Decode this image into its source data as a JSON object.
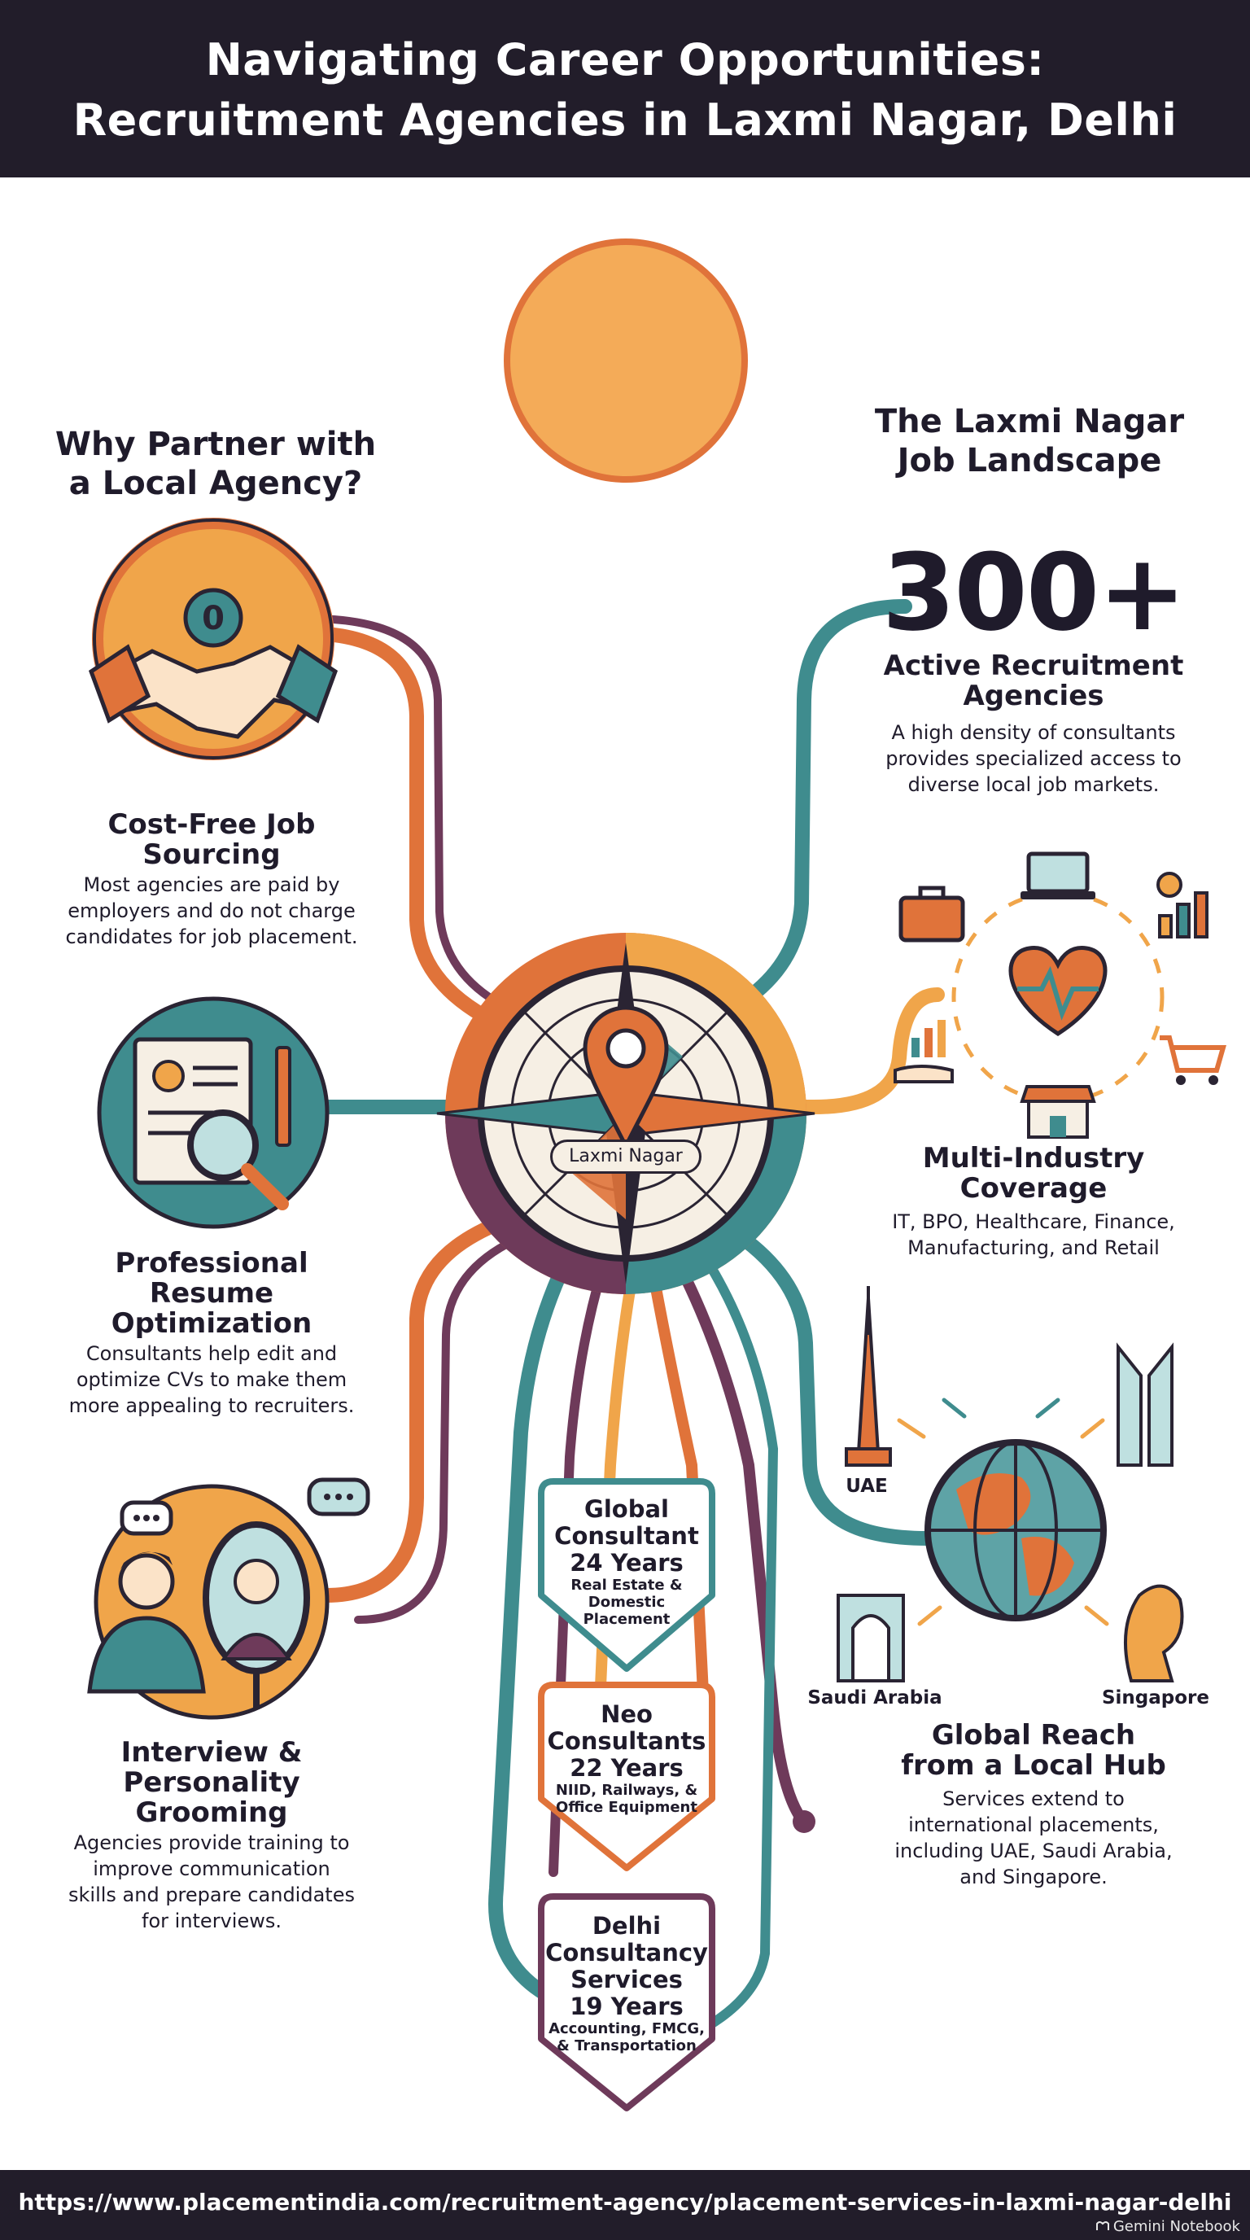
{
  "header": {
    "title_line1": "Navigating Career Opportunities:",
    "title_line2": "Recruitment Agencies in Laxmi Nagar, Delhi"
  },
  "left": {
    "section_title_line1": "Why Partner with",
    "section_title_line2": "a Local Agency?",
    "items": [
      {
        "title_line1": "Cost-Free Job",
        "title_line2": "Sourcing",
        "desc_line1": "Most agencies are paid by",
        "desc_line2": "employers and do not charge",
        "desc_line3": "candidates for job placement.",
        "icon": "handshake-icon"
      },
      {
        "title_line1": "Professional",
        "title_line2": "Resume",
        "title_line3": "Optimization",
        "desc_line1": "Consultants help edit and",
        "desc_line2": "optimize CVs to make them",
        "desc_line3": "more appealing to recruiters.",
        "icon": "resume-magnifier-icon"
      },
      {
        "title_line1": "Interview &",
        "title_line2": "Personality",
        "title_line3": "Grooming",
        "desc_line1": "Agencies provide training to",
        "desc_line2": "improve communication",
        "desc_line3": "skills and prepare candidates",
        "desc_line4": "for interviews.",
        "icon": "interview-mirror-icon"
      }
    ]
  },
  "center": {
    "compass_label": "Laxmi Nagar",
    "cards": [
      {
        "name_line1": "Global",
        "name_line2": "Consultant",
        "years": "24 Years",
        "focus_line1": "Real Estate &",
        "focus_line2": "Domestic",
        "focus_line3": "Placement"
      },
      {
        "name_line1": "Neo",
        "name_line2": "Consultants",
        "years": "22 Years",
        "focus_line1": "NIID, Railways, &",
        "focus_line2": "Office Equipment"
      },
      {
        "name_line1": "Delhi",
        "name_line2": "Consultancy",
        "name_line3": "Services",
        "years": "19 Years",
        "focus_line1": "Accounting, FMCG,",
        "focus_line2": "& Transportation"
      }
    ]
  },
  "right": {
    "section_title_line1": "The Laxmi Nagar",
    "section_title_line2": "Job Landscape",
    "stat_number": "300+",
    "stat_title_line1": "Active Recruitment",
    "stat_title_line2": "Agencies",
    "stat_desc_line1": "A high density of consultants",
    "stat_desc_line2": "provides specialized access to",
    "stat_desc_line3": "diverse local job markets.",
    "industry_title_line1": "Multi-Industry",
    "industry_title_line2": "Coverage",
    "industry_desc_line1": "IT, BPO, Healthcare, Finance,",
    "industry_desc_line2": "Manufacturing, and Retail",
    "global_title_line1": "Global Reach",
    "global_title_line2": "from a Local Hub",
    "global_desc_line1": "Services extend to",
    "global_desc_line2": "international placements,",
    "global_desc_line3": "including UAE, Saudi Arabia,",
    "global_desc_line4": "and Singapore.",
    "cities": {
      "uae": "UAE",
      "saudi": "Saudi Arabia",
      "singapore": "Singapore"
    }
  },
  "footer": {
    "url": "https://www.placementindia.com/recruitment-agency/placement-services-in-laxmi-nagar-delhi",
    "credit": "Gemini Notebook"
  },
  "colors": {
    "dark": "#221d2a",
    "orange": "#e0733a",
    "amber": "#f0a54a",
    "teal": "#3f8c8e",
    "plum": "#6e3a5a",
    "cream": "#f6efe4"
  }
}
